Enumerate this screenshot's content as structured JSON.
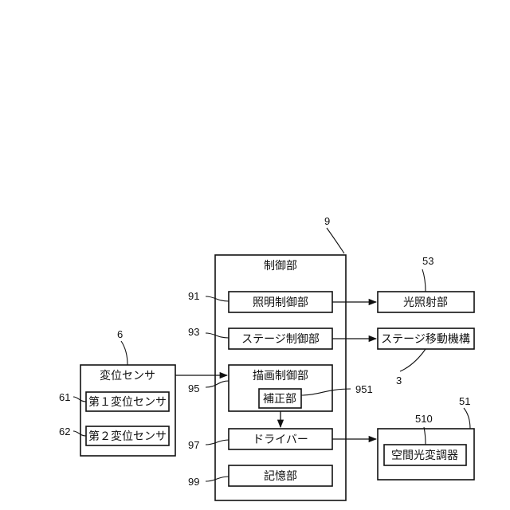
{
  "control_unit": {
    "ref": "9",
    "title": "制御部",
    "blocks": [
      {
        "ref": "91",
        "label": "照明制御部"
      },
      {
        "ref": "93",
        "label": "ステージ制御部"
      },
      {
        "ref": "95",
        "label": "描画制御部"
      },
      {
        "ref": "951",
        "label": "補正部"
      },
      {
        "ref": "97",
        "label": "ドライバー"
      },
      {
        "ref": "99",
        "label": "記憶部"
      }
    ]
  },
  "sensor": {
    "ref": "6",
    "title": "変位センサ",
    "items": [
      {
        "ref": "61",
        "label": "第１変位センサ"
      },
      {
        "ref": "62",
        "label": "第２変位センサ"
      }
    ]
  },
  "outputs": {
    "light": {
      "ref": "53",
      "label": "光照射部"
    },
    "stage": {
      "ref": "3",
      "label": "ステージ移動機構"
    },
    "modulator_unit": {
      "ref": "51"
    },
    "modulator": {
      "ref": "510",
      "label": "空間光変調器"
    }
  }
}
